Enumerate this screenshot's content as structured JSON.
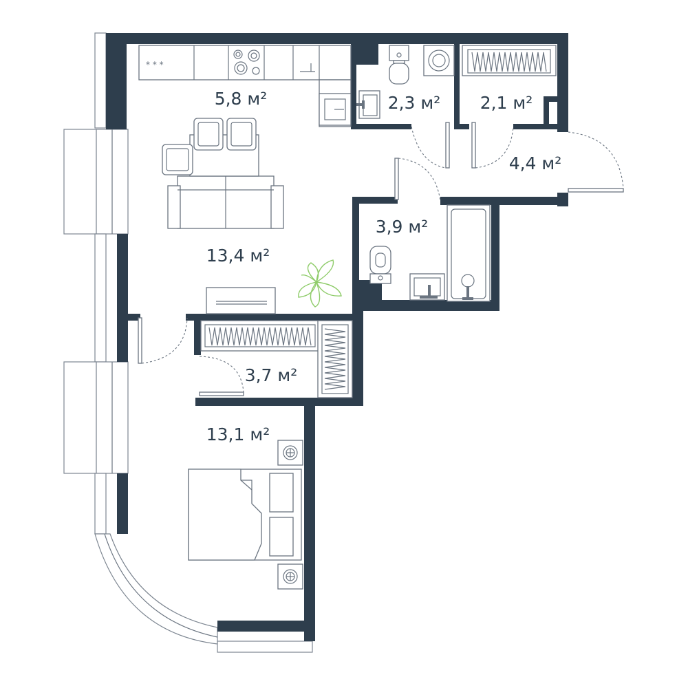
{
  "colors": {
    "wall": "#2e3e4d",
    "line": "#6a7480",
    "plant": "#8fcc6a",
    "background": "#ffffff"
  },
  "rooms": [
    {
      "id": "kitchen",
      "area": "5,8 м²"
    },
    {
      "id": "wc",
      "area": "2,3 м²"
    },
    {
      "id": "closet",
      "area": "2,1 м²"
    },
    {
      "id": "hall",
      "area": "4,4 м²"
    },
    {
      "id": "bathroom",
      "area": "3,9 м²"
    },
    {
      "id": "living-room",
      "area": "13,4 м²"
    },
    {
      "id": "wardrobe",
      "area": "3,7 м²"
    },
    {
      "id": "bedroom",
      "area": "13,1 м²"
    }
  ],
  "icons": [
    "stove-icon",
    "sink-icon",
    "toilet-icon",
    "washing-machine-icon",
    "bathtub-icon",
    "bed-icon",
    "sofa-icon",
    "armchair-icon",
    "plant-icon",
    "lamp-icon"
  ]
}
